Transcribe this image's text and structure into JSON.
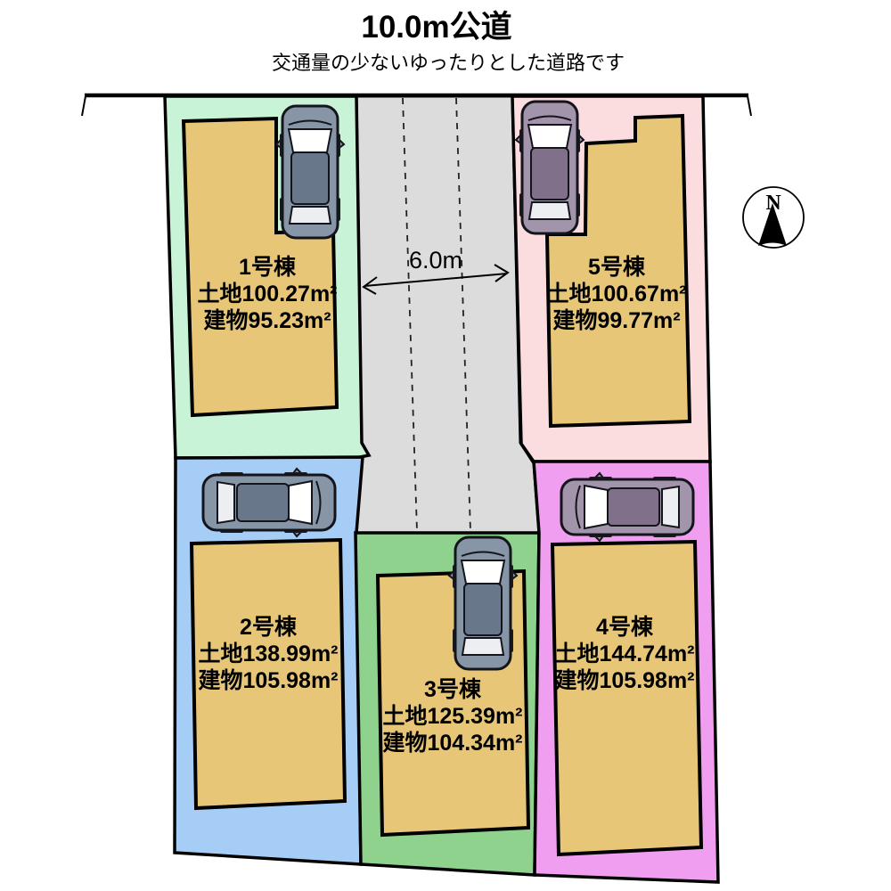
{
  "header": {
    "title": "10.0m公道",
    "subtitle": "交通量の少ないゆったりとした道路です"
  },
  "road": {
    "width_label": "6.0m",
    "fill": "#dcdcdc"
  },
  "compass": {
    "label": "N"
  },
  "lots": [
    {
      "name": "1号棟",
      "land": "土地100.27m²",
      "building": "建物95.23m²",
      "area_color": "#c9f3d6"
    },
    {
      "name": "2号棟",
      "land": "土地138.99m²",
      "building": "建物105.98m²",
      "area_color": "#a5cdf6"
    },
    {
      "name": "3号棟",
      "land": "土地125.39m²",
      "building": "建物104.34m²",
      "area_color": "#8ed28e"
    },
    {
      "name": "4号棟",
      "land": "土地144.74m²",
      "building": "建物105.98m²",
      "area_color": "#f09ef0"
    },
    {
      "name": "5号棟",
      "land": "土地100.67m²",
      "building": "建物99.77m²",
      "area_color": "#fbdcdf"
    }
  ],
  "colors": {
    "building_fill": "#e8c678",
    "outline": "#000000",
    "car_gray_body": "#8696a6",
    "car_gray_roof": "#68788a",
    "car_purple_body": "#a294aa",
    "car_purple_roof": "#80708a"
  }
}
